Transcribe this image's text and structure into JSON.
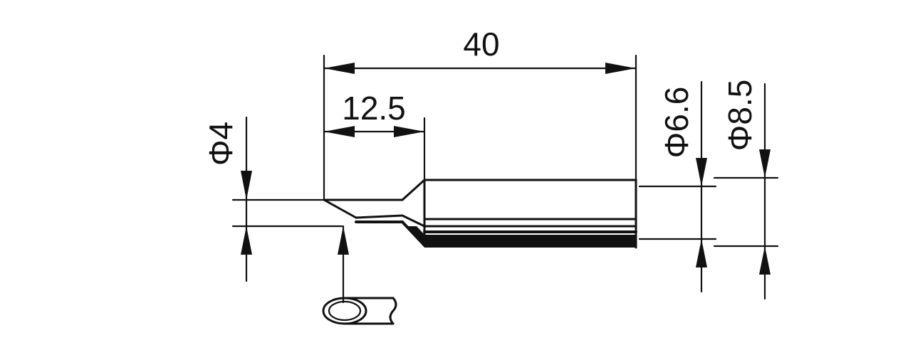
{
  "drawing": {
    "dimensions": {
      "overall_length": "40",
      "tip_length": "12.5",
      "tip_diameter": "Φ4",
      "shank_diameter_inner": "Φ6.6",
      "shank_diameter_outer": "Φ8.5"
    },
    "colors": {
      "ink": "#111111",
      "paper": "#ffffff"
    }
  }
}
